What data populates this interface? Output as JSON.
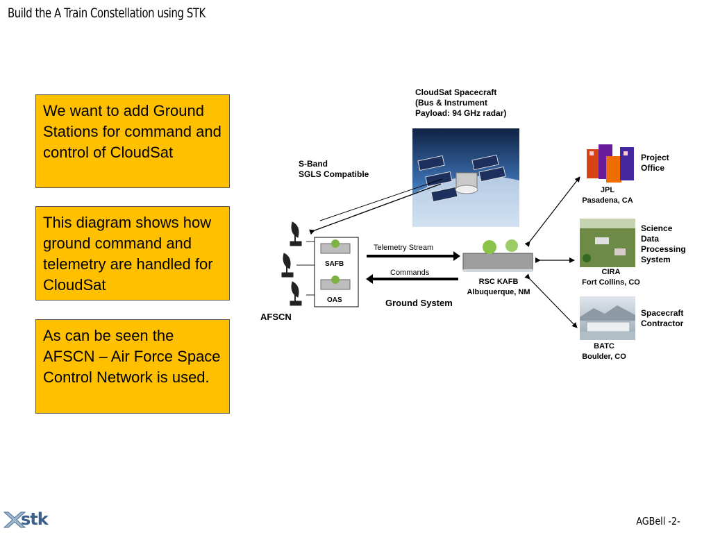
{
  "slide": {
    "title": "Build the A Train Constellation using STK",
    "footer": "AGBell -2-",
    "logo_text": "stk"
  },
  "notes": [
    "We want to add Ground Stations for command and control of CloudSat",
    "This diagram shows how ground command and telemetry are handled for CloudSat",
    "As can be seen the AFSCN – Air Force Space Control Network is used."
  ],
  "diagram": {
    "spacecraft_label": [
      "CloudSat Spacecraft",
      "(Bus & Instrument",
      "Payload: 94 GHz radar)"
    ],
    "sband_label": [
      "S-Band",
      "SGLS Compatible"
    ],
    "afscn": "AFSCN",
    "safb": "SAFB",
    "oas": "OAS",
    "telemetry": "Telemetry Stream",
    "commands": "Commands",
    "ground_system": "Ground System",
    "rsc": [
      "RSC KAFB",
      "Albuquerque, NM"
    ],
    "jpl": [
      "JPL",
      "Pasadena, CA"
    ],
    "project_office": [
      "Project",
      "Office"
    ],
    "cira": [
      "CIRA",
      "Fort Collins, CO"
    ],
    "science": [
      "Science",
      "Data",
      "Processing",
      "System"
    ],
    "batc": [
      "BATC",
      "Boulder, CO"
    ],
    "contractor": [
      "Spacecraft",
      "Contractor"
    ]
  },
  "colors": {
    "note_fill": "#ffc000",
    "space_blue": "#3b6fb0",
    "logo_blue": "#3a5f8a"
  }
}
